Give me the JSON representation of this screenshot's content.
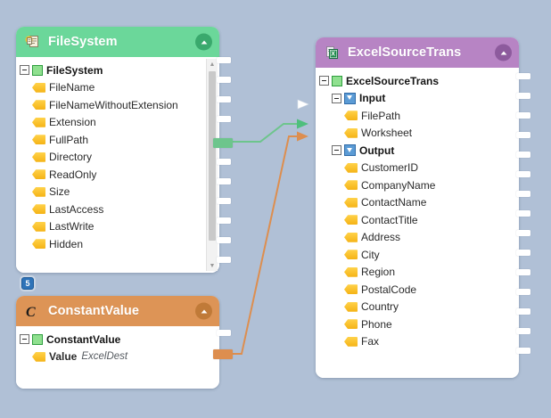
{
  "canvas": {
    "background": "#b0c0d6",
    "badge": {
      "name": "step-badge",
      "label": "5"
    }
  },
  "nodes": [
    {
      "id": "filesystem",
      "title": "FileSystem",
      "icon": "file-document-icon",
      "header_color": "#6bd79a",
      "collapse_icon": "chevron-up-icon",
      "scrollbar": {
        "up": "▲",
        "down": "▼"
      },
      "tree": [
        {
          "label": "FileSystem",
          "kind": "root",
          "icon": "green-square-icon",
          "expander": true
        },
        {
          "label": "FileName",
          "kind": "field",
          "icon": "yellow-tag-icon"
        },
        {
          "label": "FileNameWithoutExtension",
          "kind": "field",
          "icon": "yellow-tag-icon"
        },
        {
          "label": "Extension",
          "kind": "field",
          "icon": "yellow-tag-icon"
        },
        {
          "label": "FullPath",
          "kind": "field",
          "icon": "yellow-tag-icon"
        },
        {
          "label": "Directory",
          "kind": "field",
          "icon": "yellow-tag-icon"
        },
        {
          "label": "ReadOnly",
          "kind": "field",
          "icon": "yellow-tag-icon"
        },
        {
          "label": "Size",
          "kind": "field",
          "icon": "yellow-tag-icon"
        },
        {
          "label": "LastAccess",
          "kind": "field",
          "icon": "yellow-tag-icon"
        },
        {
          "label": "LastWrite",
          "kind": "field",
          "icon": "yellow-tag-icon"
        },
        {
          "label": "Hidden",
          "kind": "field",
          "icon": "yellow-tag-icon"
        }
      ]
    },
    {
      "id": "constantvalue",
      "title": "ConstantValue",
      "icon": "cursive-c-icon",
      "header_color": "#dd9456",
      "collapse_icon": "chevron-up-icon",
      "tree": [
        {
          "label": "ConstantValue",
          "kind": "root",
          "icon": "green-square-icon",
          "expander": true
        },
        {
          "label": "Value",
          "sub": "ExcelDest",
          "kind": "field-bold",
          "icon": "yellow-tag-icon"
        }
      ]
    },
    {
      "id": "excelsourcetrans",
      "title": "ExcelSourceTrans",
      "icon": "excel-document-icon",
      "header_color": "#b784c4",
      "collapse_icon": "chevron-up-icon",
      "tree": [
        {
          "label": "ExcelSourceTrans",
          "kind": "root",
          "icon": "green-square-icon",
          "expander": true
        },
        {
          "label": "Input",
          "kind": "group",
          "icon": "blue-down-arrow-icon",
          "expander": true
        },
        {
          "label": "FilePath",
          "kind": "field",
          "icon": "yellow-tag-icon"
        },
        {
          "label": "Worksheet",
          "kind": "field",
          "icon": "yellow-tag-icon"
        },
        {
          "label": "Output",
          "kind": "group",
          "icon": "blue-down-arrow-icon",
          "expander": true
        },
        {
          "label": "CustomerID",
          "kind": "field",
          "icon": "yellow-tag-icon"
        },
        {
          "label": "CompanyName",
          "kind": "field",
          "icon": "yellow-tag-icon"
        },
        {
          "label": "ContactName",
          "kind": "field",
          "icon": "yellow-tag-icon"
        },
        {
          "label": "ContactTitle",
          "kind": "field",
          "icon": "yellow-tag-icon"
        },
        {
          "label": "Address",
          "kind": "field",
          "icon": "yellow-tag-icon"
        },
        {
          "label": "City",
          "kind": "field",
          "icon": "yellow-tag-icon"
        },
        {
          "label": "Region",
          "kind": "field",
          "icon": "yellow-tag-icon"
        },
        {
          "label": "PostalCode",
          "kind": "field",
          "icon": "yellow-tag-icon"
        },
        {
          "label": "Country",
          "kind": "field",
          "icon": "yellow-tag-icon"
        },
        {
          "label": "Phone",
          "kind": "field",
          "icon": "yellow-tag-icon"
        },
        {
          "label": "Fax",
          "kind": "field",
          "icon": "yellow-tag-icon"
        }
      ]
    }
  ],
  "connections": [
    {
      "name": "filesystem-fullpath-to-excel-filepath",
      "color": "#6dc58c",
      "from": "FileSystem.FullPath",
      "to": "ExcelSourceTrans.FilePath"
    },
    {
      "name": "constantvalue-value-to-excel-worksheet",
      "color": "#dd8e4f",
      "from": "ConstantValue.Value",
      "to": "ExcelSourceTrans.Worksheet"
    }
  ],
  "colors": {
    "canvas_background": "#b0c0d6",
    "filesystem_header": "#6bd79a",
    "constantvalue_header": "#dd9456",
    "excelsource_header": "#b784c4",
    "green_wire": "#6dc58c",
    "orange_wire": "#dd8e4f"
  }
}
